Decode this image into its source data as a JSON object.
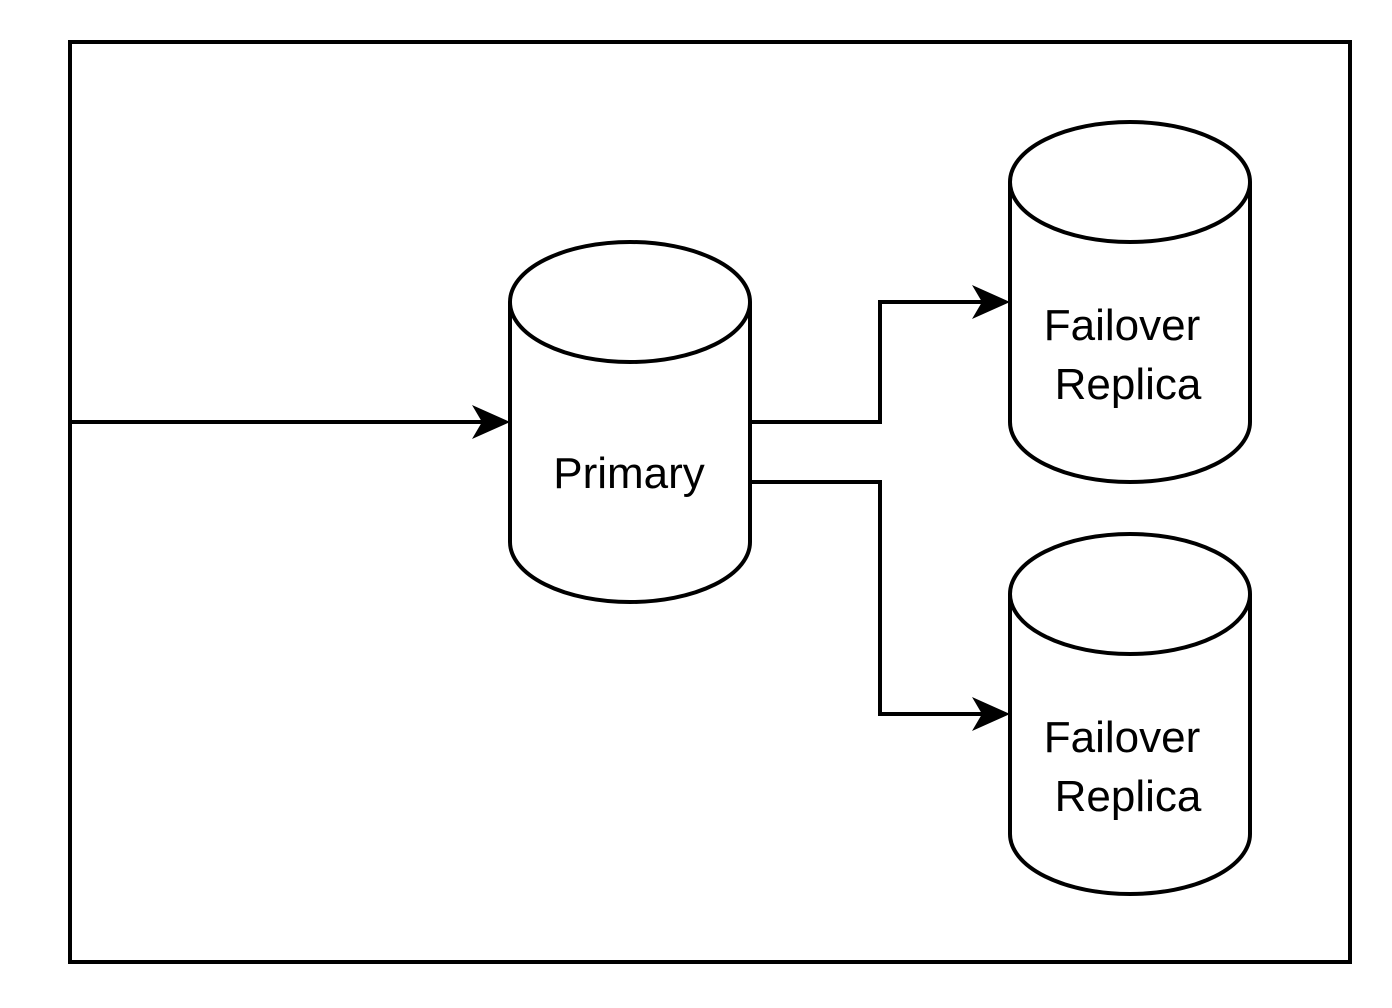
{
  "diagram": {
    "colors": {
      "stroke": "#000000",
      "fill": "#ffffff"
    },
    "nodes": {
      "primary": {
        "label": "Primary",
        "shape": "cylinder-icon"
      },
      "replica_top": {
        "line1": "Failover",
        "line2": "Replica",
        "shape": "cylinder-icon"
      },
      "replica_bottom": {
        "line1": "Failover",
        "line2": "Replica",
        "shape": "cylinder-icon"
      }
    },
    "edges": [
      {
        "from": "frame-left-edge",
        "to": "primary"
      },
      {
        "from": "primary",
        "to": "replica_top"
      },
      {
        "from": "primary",
        "to": "replica_bottom"
      }
    ]
  }
}
